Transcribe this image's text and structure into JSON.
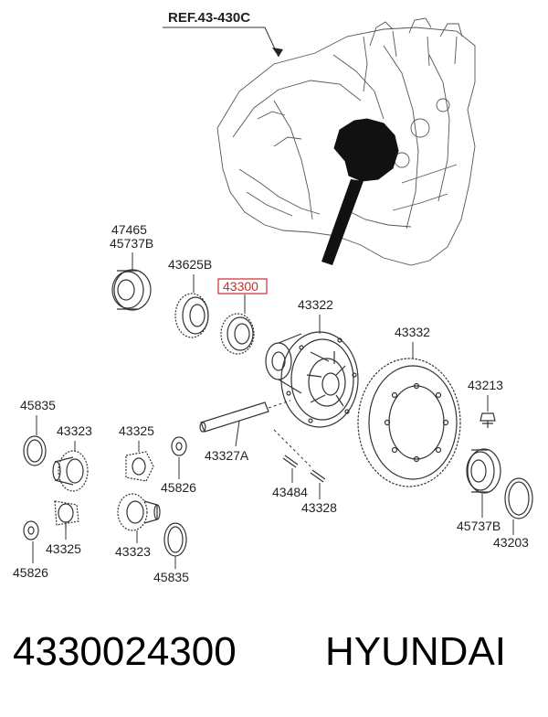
{
  "diagram": {
    "reference": "REF.43-430C",
    "highlight_color": "#d22a2a",
    "labels": {
      "p47465": "47465",
      "p45737b_top": "45737B",
      "p43625b": "43625B",
      "p43300": "43300",
      "p43322": "43322",
      "p43332": "43332",
      "p43213": "43213",
      "p45835_left": "45835",
      "p43323_left": "43323",
      "p43325_mid": "43325",
      "p45826_mid": "45826",
      "p43327a": "43327A",
      "p43484": "43484",
      "p43328": "43328",
      "p45737b_bottom": "45737B",
      "p43203": "43203",
      "p43325_left": "43325",
      "p43323_mid": "43323",
      "p45826_left": "45826",
      "p45835_mid": "45835"
    }
  },
  "footer": {
    "part_number": "4330024300",
    "brand": "HYUNDAI"
  }
}
